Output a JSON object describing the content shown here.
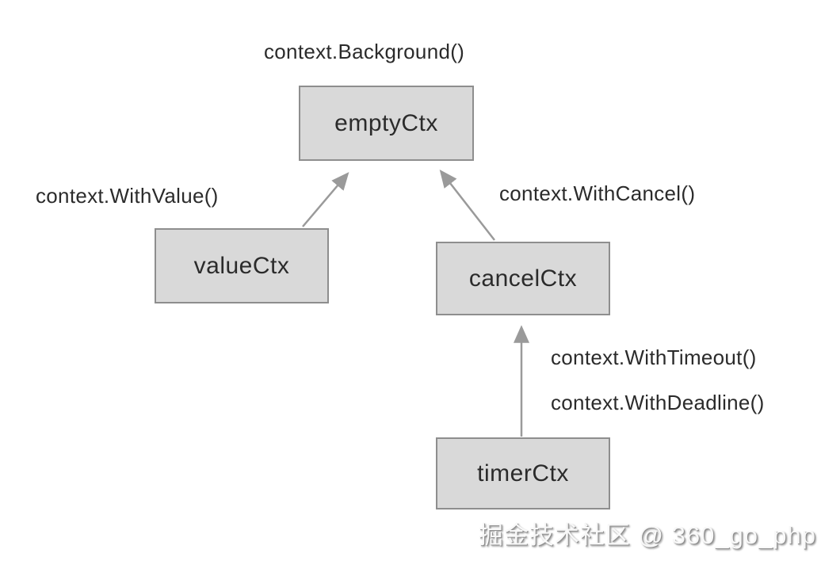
{
  "diagram": {
    "nodes": [
      {
        "id": "emptyCtx",
        "label": "emptyCtx"
      },
      {
        "id": "valueCtx",
        "label": "valueCtx"
      },
      {
        "id": "cancelCtx",
        "label": "cancelCtx"
      },
      {
        "id": "timerCtx",
        "label": "timerCtx"
      }
    ],
    "function_labels": [
      {
        "id": "background",
        "text": "context.Background()"
      },
      {
        "id": "with_value",
        "text": "context.WithValue()"
      },
      {
        "id": "with_cancel",
        "text": "context.WithCancel()"
      },
      {
        "id": "with_timeout",
        "text": "context.WithTimeout()"
      },
      {
        "id": "with_deadline",
        "text": "context.WithDeadline()"
      }
    ],
    "edges": [
      {
        "from": "valueCtx",
        "to": "emptyCtx",
        "via": "context.WithValue()"
      },
      {
        "from": "cancelCtx",
        "to": "emptyCtx",
        "via": "context.WithCancel()"
      },
      {
        "from": "timerCtx",
        "to": "cancelCtx",
        "via": "context.WithTimeout() / context.WithDeadline()"
      }
    ]
  },
  "watermark": {
    "text": "掘金技术社区 @ 360_go_php"
  },
  "colors": {
    "box_fill": "#d9d9d9",
    "box_border": "#8e8e8e",
    "arrow": "#9a9a9a",
    "text": "#2b2b2b",
    "watermark": "#f8f8f8",
    "watermark_shadow": "#8f8f8f",
    "background": "#ffffff"
  }
}
